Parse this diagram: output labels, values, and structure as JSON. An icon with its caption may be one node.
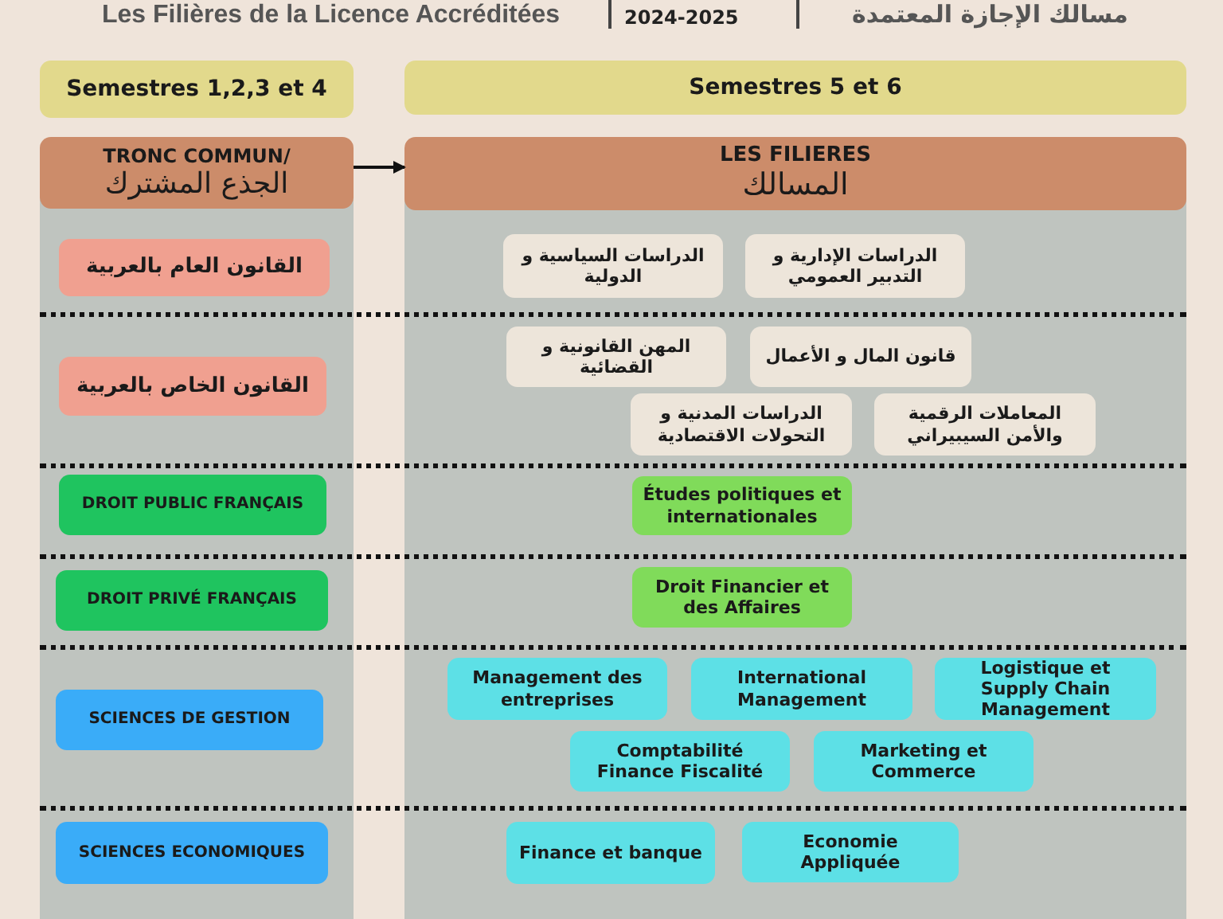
{
  "diagram": {
    "title": "Les Filières de la Licence Accréditées",
    "nodes": [
      {
        "text": [
          "Semestres 1,2,3 et 4"
        ]
      },
      {
        "text": [
          "Semestres 5 et 6"
        ]
      },
      {
        "text": [
          "TRONC COMMUN/",
          "الجذع المشترك"
        ]
      },
      {
        "text": [
          "LES FILIERES",
          "المسالك"
        ]
      },
      {
        "text": [
          "القانون العام بالعربية"
        ]
      },
      {
        "text": [
          "الدراسات السياسية و الدولية"
        ]
      },
      {
        "text": [
          "الدراسات الإدارية و التدبير العمومي"
        ]
      },
      {
        "text": [
          "القانون الخاص بالعربية"
        ]
      },
      {
        "text": [
          "المهن القانونية و القضائية"
        ]
      },
      {
        "text": [
          "قانون المال و الأعمال"
        ]
      },
      {
        "text": [
          "الدراسات المدنية و التحولات الاقتصادية"
        ]
      },
      {
        "text": [
          "المعاملات الرقمية والأمن السيبيراني"
        ]
      },
      {
        "text": [
          "DROIT PUBLIC FRANÇAIS"
        ]
      },
      {
        "text": [
          "Études politiques et internationales"
        ]
      },
      {
        "text": [
          "DROIT PRIVÉ FRANÇAIS"
        ]
      },
      {
        "text": [
          "Droit Financier et des Affaires"
        ]
      },
      {
        "text": [
          "SCIENCES DE GESTION"
        ]
      },
      {
        "text": [
          "Management des entreprises"
        ]
      },
      {
        "text": [
          "International Management"
        ]
      },
      {
        "text": [
          "Logistique et Supply Chain Management"
        ]
      },
      {
        "text": [
          "Comptabilité Finance Fiscalité"
        ]
      },
      {
        "text": [
          "Marketing et Commerce"
        ]
      },
      {
        "text": [
          "SCIENCES ECONOMIQUES"
        ]
      },
      {
        "text": [
          "Finance et banque"
        ]
      },
      {
        "text": [
          "Economie Appliquée"
        ]
      }
    ],
    "edges": [
      {
        "from": 2,
        "to": 3,
        "arrow": "to"
      }
    ],
    "labels": [
      "2024-2025",
      "مسالك الإجازة المعتمدة"
    ]
  }
}
